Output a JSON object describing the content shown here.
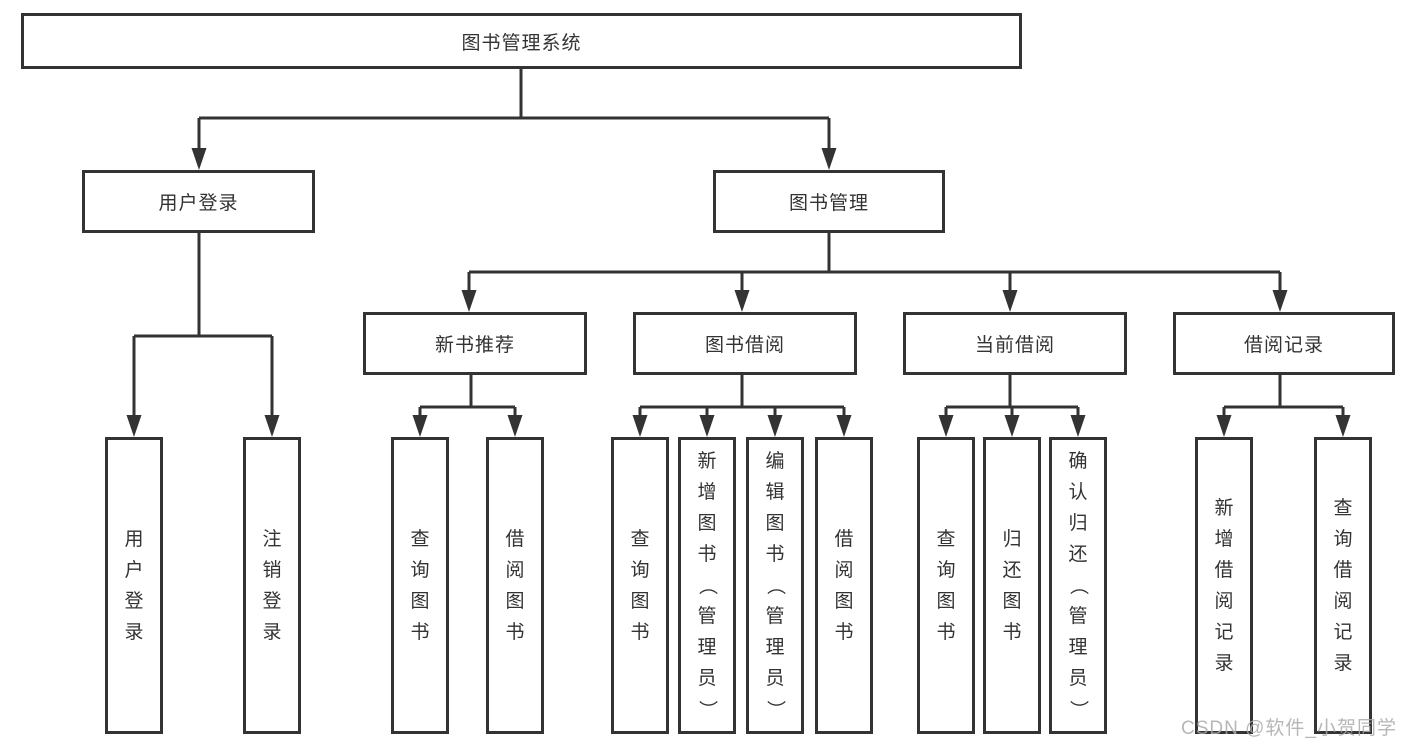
{
  "colors": {
    "line": "#333333",
    "text": "#333333",
    "node_background": "#ffffff",
    "watermark": "#ababab"
  },
  "diagram": {
    "root": {
      "label": "图书管理系统"
    },
    "level2": {
      "user_login": {
        "label": "用户登录"
      },
      "book_mgmt": {
        "label": "图书管理"
      }
    },
    "level3": {
      "new_book_rec": {
        "label": "新书推荐"
      },
      "book_borrow": {
        "label": "图书借阅"
      },
      "current_borrow": {
        "label": "当前借阅"
      },
      "borrow_record": {
        "label": "借阅记录"
      }
    },
    "leaves": {
      "user_login_leaf": {
        "label": "用户登录"
      },
      "logout_leaf": {
        "label": "注销登录"
      },
      "rec_query_book": {
        "label": "查询图书"
      },
      "rec_borrow_book": {
        "label": "借阅图书"
      },
      "bb_query_book": {
        "label": "查询图书"
      },
      "bb_add_book": {
        "label": "新增图书（管理员）"
      },
      "bb_edit_book": {
        "label": "编辑图书（管理员）"
      },
      "bb_borrow_book": {
        "label": "借阅图书"
      },
      "cb_query_book": {
        "label": "查询图书"
      },
      "cb_return_book": {
        "label": "归还图书"
      },
      "cb_confirm_return": {
        "label": "确认归还（管理员）"
      },
      "br_add_record": {
        "label": "新增借阅记录"
      },
      "br_query_record": {
        "label": "查询借阅记录"
      }
    }
  },
  "watermark": {
    "text": "CSDN @软件_小贺同学"
  }
}
